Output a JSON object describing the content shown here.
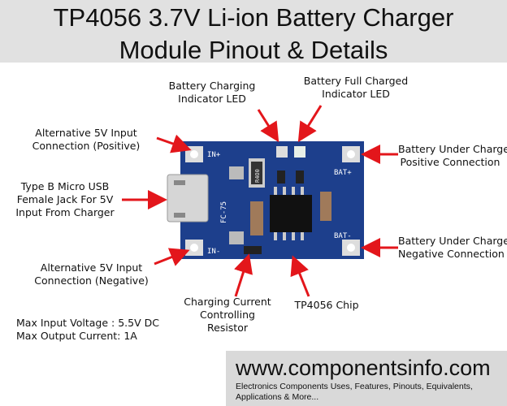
{
  "title": {
    "line1": "TP4056 3.7V Li-ion Battery Charger",
    "line2": "Module Pinout & Details"
  },
  "watermark": "www.componentsinfo.com",
  "labels": {
    "charging_led": [
      "Battery Charging",
      "Indicator LED"
    ],
    "full_led": [
      "Battery Full Charged",
      "Indicator LED"
    ],
    "in_pos": [
      "Alternative 5V Input",
      "Connection (Positive)"
    ],
    "usb": [
      "Type B Micro USB",
      "Female Jack For 5V",
      "Input From Charger"
    ],
    "in_neg": [
      "Alternative 5V Input",
      "Connection (Negative)"
    ],
    "bat_pos": [
      "Battery Under Charge",
      "Positive Connection"
    ],
    "bat_neg": [
      "Battery Under Charge",
      "Negative Connection"
    ],
    "resistor": [
      "Charging Current",
      "Controlling",
      "Resistor"
    ],
    "chip": "TP4056 Chip"
  },
  "specs": [
    "Max Input Voltage : 5.5V DC",
    "Max Output Current: 1A"
  ],
  "board": {
    "in_pos": "IN+",
    "in_neg": "IN-",
    "bat_pos": "BAT+",
    "bat_neg": "BAT-",
    "silk": "FC-75",
    "res": "R4O0"
  },
  "footer": {
    "site": "www.componentsinfo.com",
    "tagline": [
      "Electronics Components Uses, Features, Pinouts, Equivalents,",
      "Applications & More..."
    ]
  },
  "colors": {
    "arrow": "#e3161b",
    "board": "#1d3f8c",
    "header_bg": "#e1e1e1",
    "footer_bg": "#d9d9d9"
  }
}
